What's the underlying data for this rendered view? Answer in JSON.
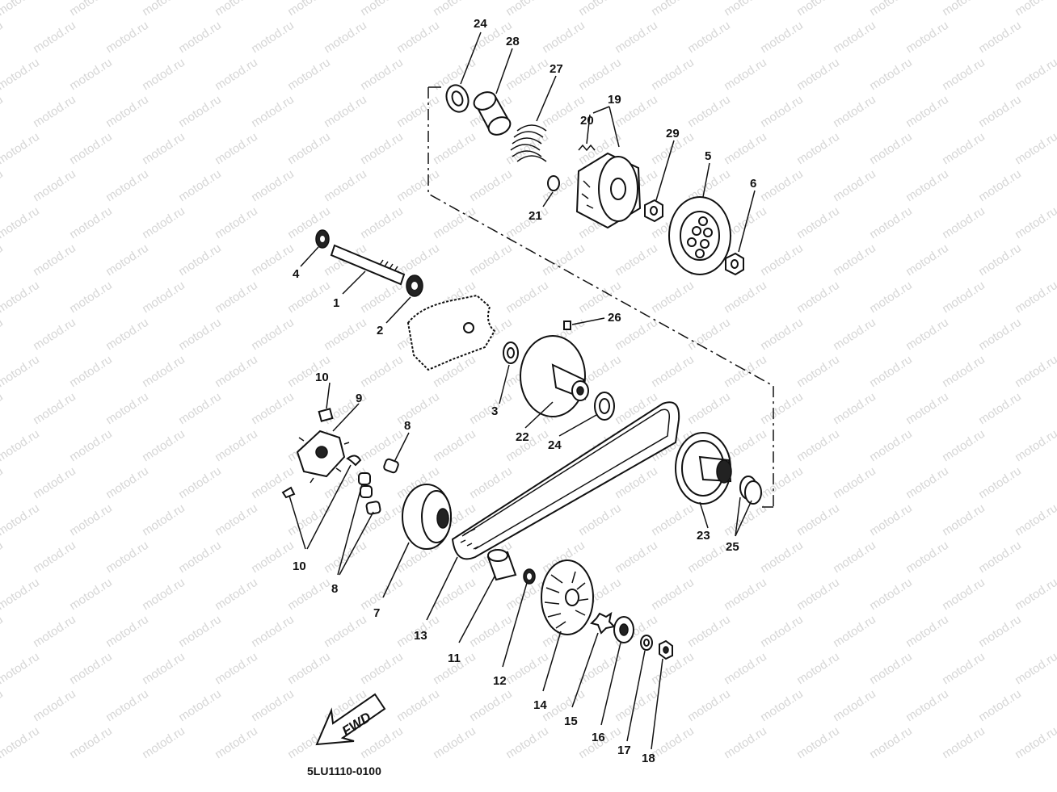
{
  "watermark": "motod.ru",
  "diagram_code": "5LU1110-0100",
  "fwd_label": "FWD",
  "labels": {
    "p1": "1",
    "p2": "2",
    "p3": "3",
    "p4": "4",
    "p5": "5",
    "p6": "6",
    "p7": "7",
    "p8a": "8",
    "p8b": "8",
    "p9": "9",
    "p10a": "10",
    "p10b": "10",
    "p11": "11",
    "p12": "12",
    "p13": "13",
    "p14": "14",
    "p15": "15",
    "p16": "16",
    "p17": "17",
    "p18": "18",
    "p19": "19",
    "p20": "20",
    "p21": "21",
    "p22": "22",
    "p23": "23",
    "p24a": "24",
    "p24b": "24",
    "p25": "25",
    "p26": "26",
    "p27": "27",
    "p28": "28",
    "p29": "29"
  }
}
